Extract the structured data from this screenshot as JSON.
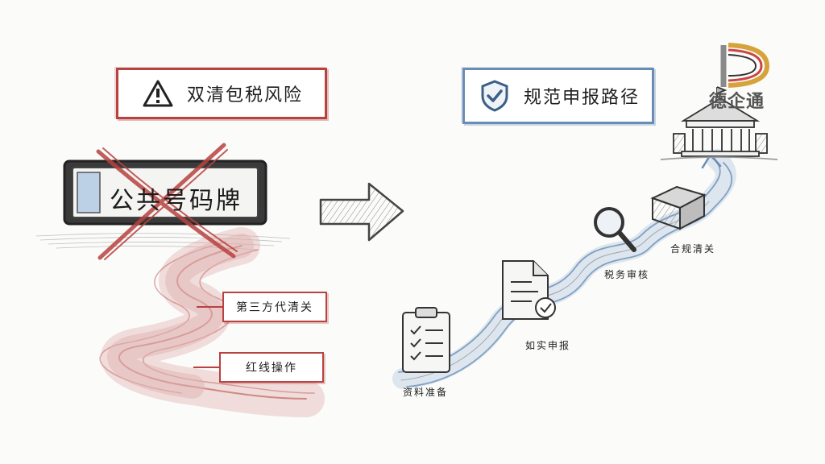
{
  "left": {
    "title": "双清包税风险",
    "plate_label": "公共号码牌",
    "tags": [
      "第三方代清关",
      "红线操作"
    ]
  },
  "right": {
    "title": "规范申报路径",
    "steps": [
      "资料准备",
      "如实申报",
      "税务审核",
      "合规清关"
    ]
  },
  "logo": {
    "text": "德企通"
  },
  "colors": {
    "risk_red": "#b8423f",
    "compliance_blue": "#6a8db5",
    "ink": "#2a2a2a"
  },
  "icons": {
    "risk": "warning-triangle-icon",
    "compliance": "shield-check-icon",
    "steps": [
      "clipboard-checklist-icon",
      "document-check-icon",
      "magnifier-icon",
      "package-box-icon"
    ],
    "destination": "government-building-icon"
  }
}
